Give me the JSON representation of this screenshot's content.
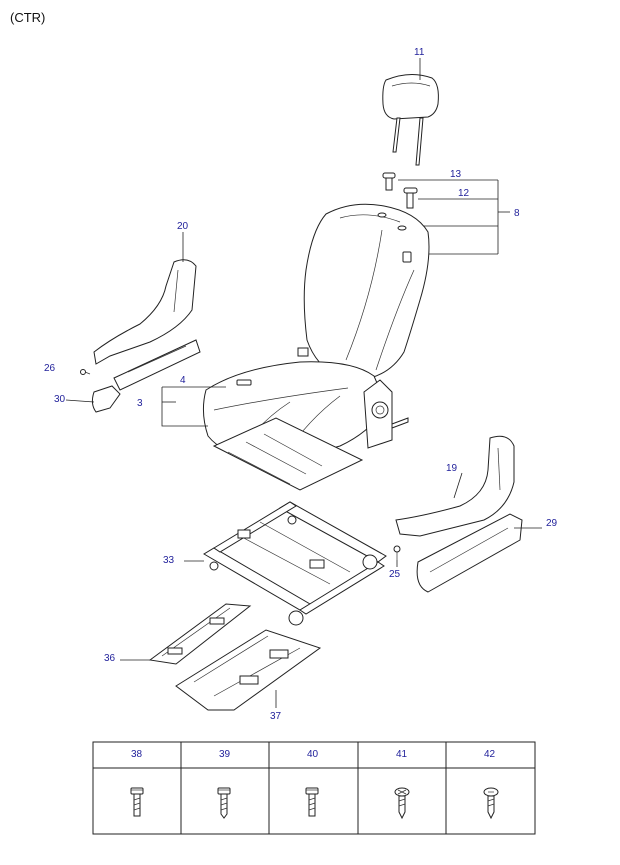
{
  "variant_label": "(CTR)",
  "callouts": {
    "p11": "11",
    "p13": "13",
    "p12": "12",
    "p8": "8",
    "p20": "20",
    "p26": "26",
    "p30": "30",
    "p4": "4",
    "p3": "3",
    "p19": "19",
    "p29": "29",
    "p25": "25",
    "p33": "33",
    "p36": "36",
    "p37": "37"
  },
  "fastener_table": {
    "headers": [
      "38",
      "39",
      "40",
      "41",
      "42"
    ],
    "icons": [
      "bolt-38-icon",
      "bolt-39-icon",
      "bolt-40-icon",
      "screw-41-icon",
      "screw-42-icon"
    ]
  }
}
